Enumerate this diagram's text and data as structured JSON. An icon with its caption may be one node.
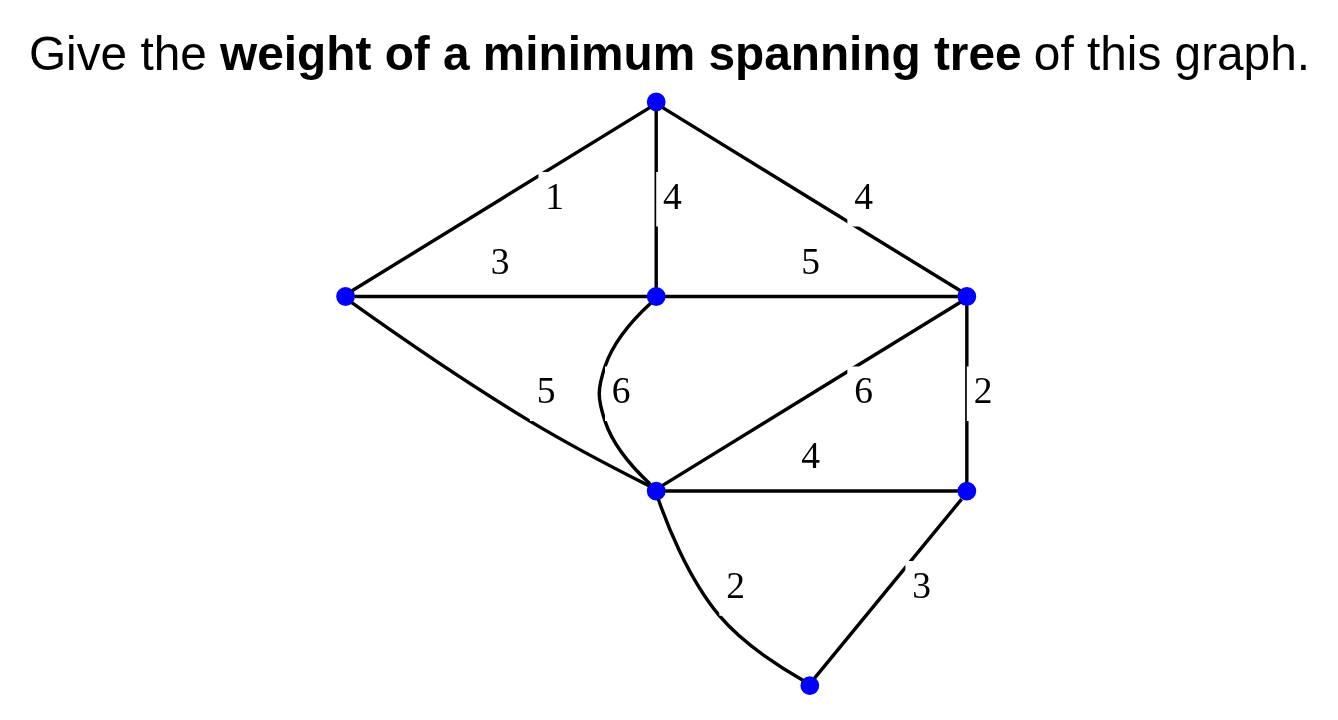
{
  "diagram": {
    "title": "Give the **weight of a minimum spanning tree** of this graph.",
    "nodes": [
      {
        "text": [],
        "shape": "circle"
      },
      {
        "text": [],
        "shape": "circle"
      },
      {
        "text": [],
        "shape": "circle"
      },
      {
        "text": [],
        "shape": "circle"
      },
      {
        "text": [],
        "shape": "circle"
      },
      {
        "text": [],
        "shape": "circle"
      },
      {
        "text": [],
        "shape": "circle"
      }
    ],
    "edges": [
      {
        "from": 1,
        "to": 0,
        "arrow": "none",
        "label": "1"
      },
      {
        "from": 2,
        "to": 0,
        "arrow": "none",
        "label": "4"
      },
      {
        "from": 0,
        "to": 3,
        "arrow": "none",
        "label": "4"
      },
      {
        "from": 1,
        "to": 2,
        "arrow": "none",
        "label": "3"
      },
      {
        "from": 2,
        "to": 3,
        "arrow": "none",
        "label": "5"
      },
      {
        "from": 1,
        "to": 4,
        "arrow": "none",
        "label": "5"
      },
      {
        "from": 2,
        "to": 4,
        "arrow": "none",
        "label": "6"
      },
      {
        "from": 4,
        "to": 3,
        "arrow": "none",
        "label": "6"
      },
      {
        "from": 3,
        "to": 5,
        "arrow": "none",
        "label": "2"
      },
      {
        "from": 4,
        "to": 5,
        "arrow": "none",
        "label": "4"
      },
      {
        "from": 4,
        "to": 6,
        "arrow": "none",
        "label": "2"
      },
      {
        "from": 5,
        "to": 6,
        "arrow": "none",
        "label": "3"
      }
    ]
  }
}
